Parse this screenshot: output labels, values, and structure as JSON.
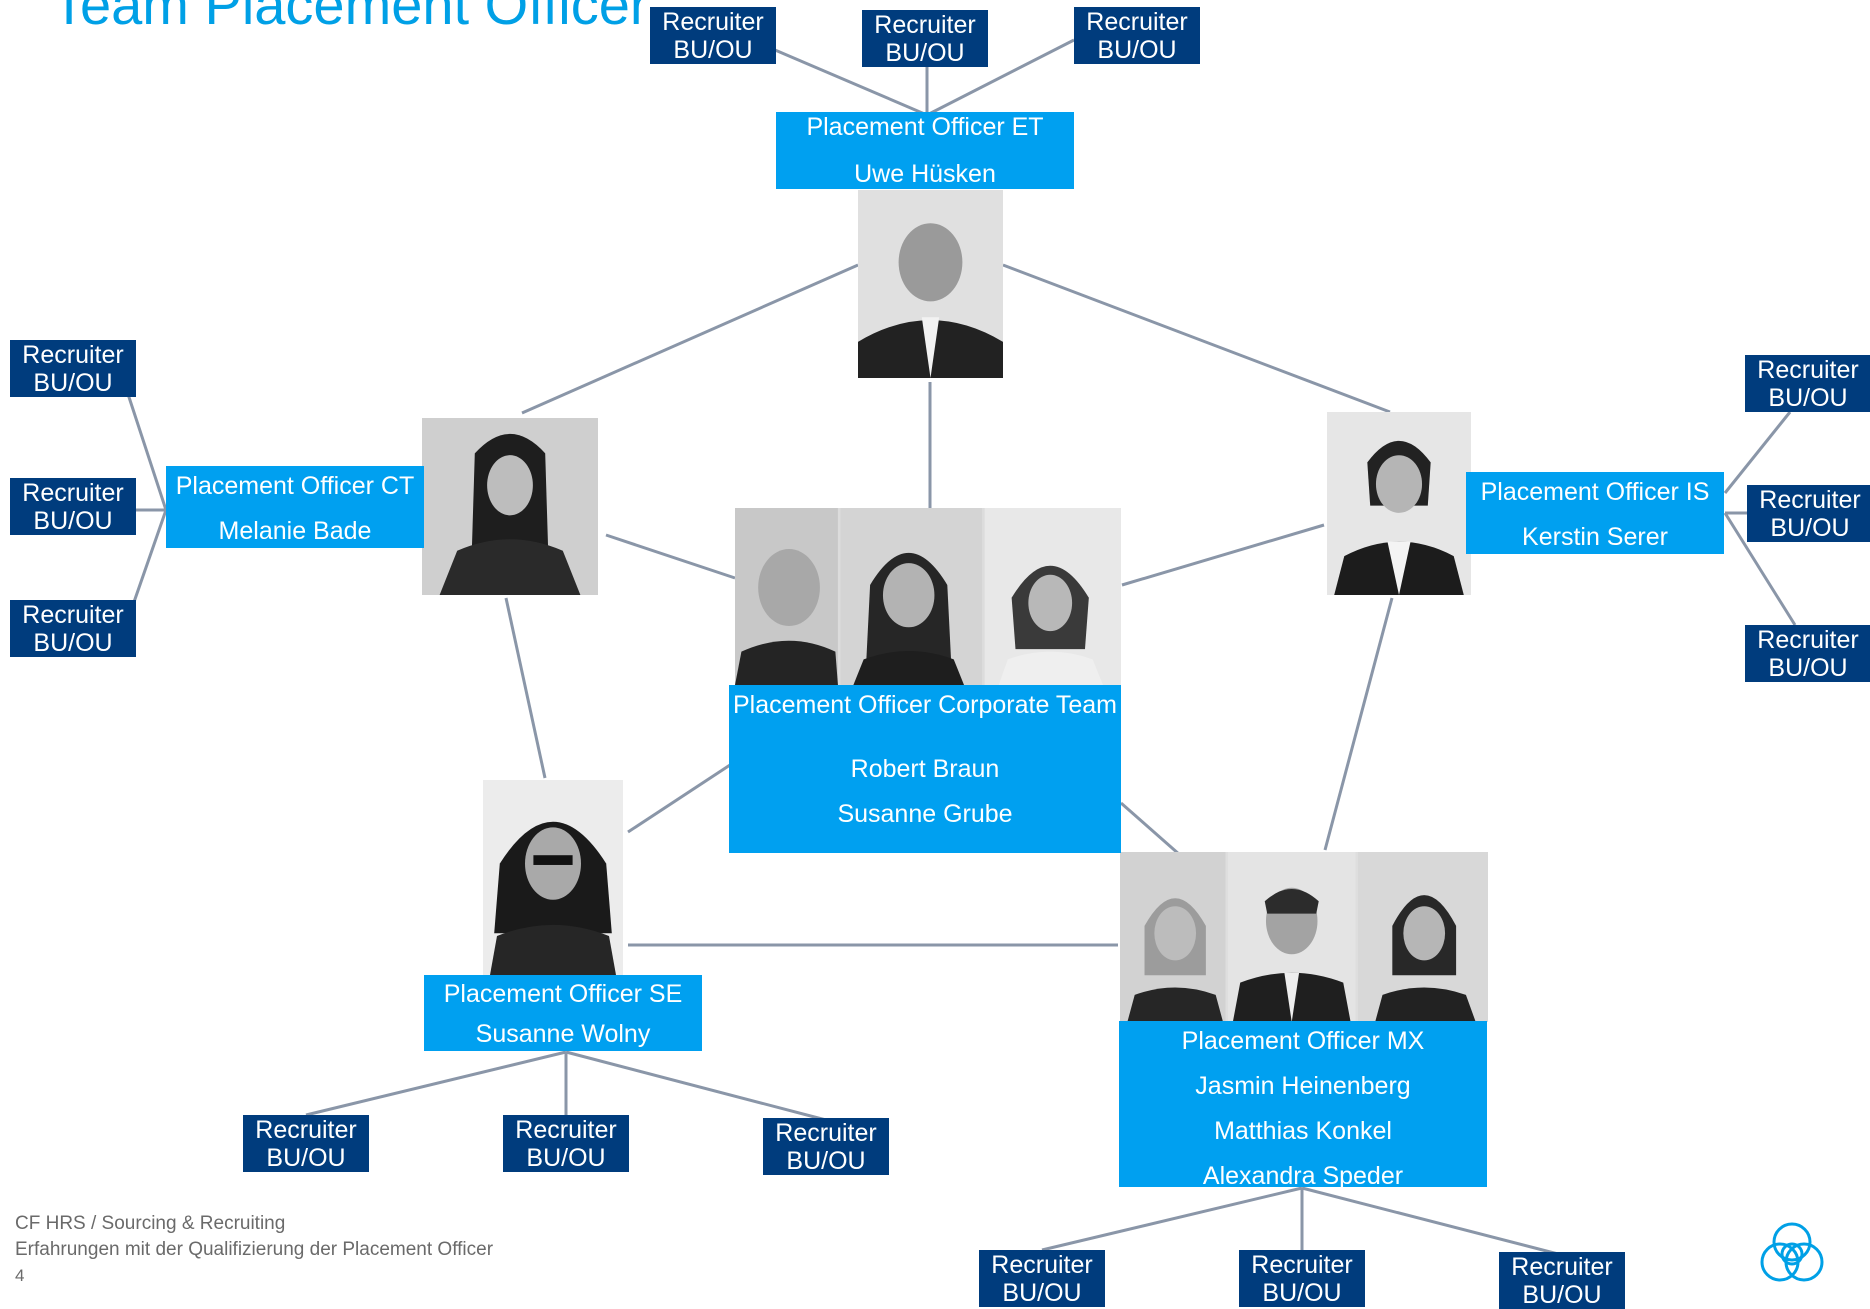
{
  "title": "Team Placement Officer",
  "recruiter": {
    "line1": "Recruiter",
    "line2": "BU/OU"
  },
  "teams": {
    "et": {
      "role": "Placement Officer ET",
      "names": [
        "Uwe Hüsken"
      ]
    },
    "ct": {
      "role": "Placement Officer CT",
      "names": [
        "Melanie Bade"
      ]
    },
    "is": {
      "role": "Placement Officer IS",
      "names": [
        "Kerstin Serer"
      ]
    },
    "corp": {
      "role": "Placement Officer Corporate Team",
      "names": [
        "Robert Braun",
        "Susanne Grube"
      ]
    },
    "se": {
      "role": "Placement Officer SE",
      "names": [
        "Susanne Wolny"
      ]
    },
    "mx": {
      "role": "Placement Officer MX",
      "names": [
        "Jasmin Heinenberg",
        "Matthias Konkel",
        "Alexandra Speder"
      ]
    }
  },
  "footer": {
    "line1": "CF HRS / Sourcing & Recruiting",
    "line2": "Erfahrungen mit der Qualifizierung der Placement Officer",
    "page_number": "4"
  },
  "colors": {
    "recruiter_box": "#003c7d",
    "officer_box": "#00a0f0",
    "title": "#00a0e6",
    "connector": "#8a96a8",
    "logo": "#00a0e6"
  },
  "icons": {
    "logo": "thyssenkrupp-rings-logo"
  }
}
